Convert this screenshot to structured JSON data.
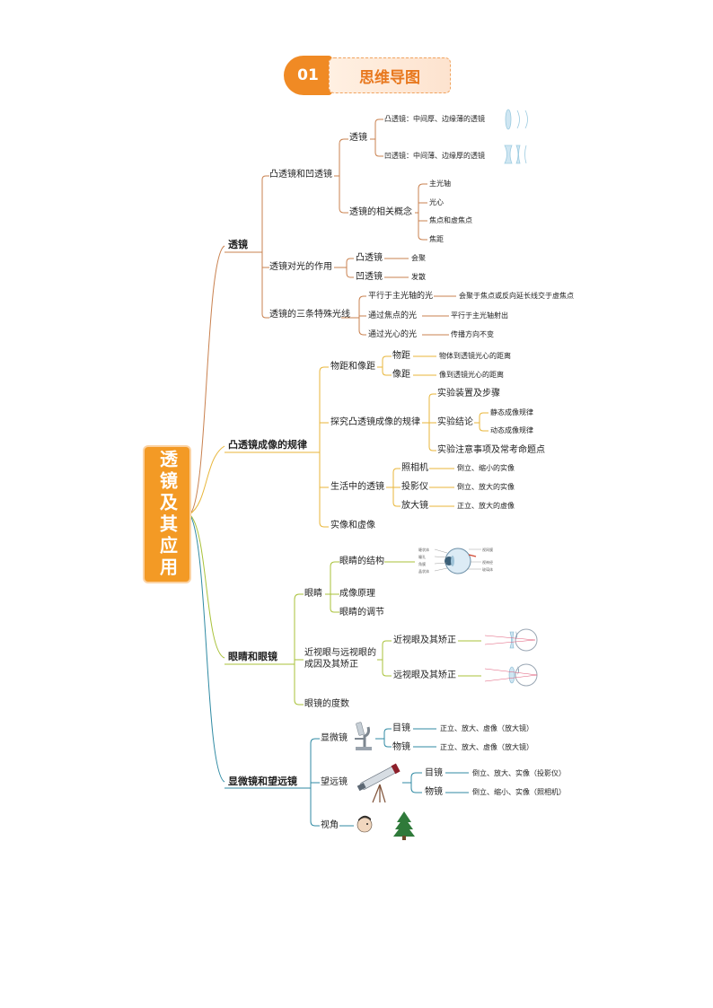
{
  "header": {
    "number": "01",
    "title": "思维导图"
  },
  "root": {
    "title": "透镜及其应用"
  },
  "lens": {
    "label": "透镜",
    "types": {
      "label": "凸透镜和凹透镜",
      "lens": {
        "label": "透镜",
        "convex": "凸透镜：中间厚、边缘薄的透镜",
        "concave": "凹透镜：中间薄、边缘厚的透镜"
      },
      "concepts": {
        "label": "透镜的相关概念",
        "items": [
          "主光轴",
          "光心",
          "焦点和虚焦点",
          "焦距"
        ]
      }
    },
    "effect": {
      "label": "透镜对光的作用",
      "convex": "凸透镜",
      "convex_effect": "会聚",
      "concave": "凹透镜",
      "concave_effect": "发散"
    },
    "rays": {
      "label": "透镜的三条特殊光线",
      "r1": "平行于主光轴的光",
      "r1_desc": "会聚于焦点或反向延长线交于虚焦点",
      "r2": "通过焦点的光",
      "r2_desc": "平行于主光轴射出",
      "r3": "通过光心的光",
      "r3_desc": "传播方向不变"
    }
  },
  "imaging": {
    "label": "凸透镜成像的规律",
    "distance": {
      "label": "物距和像距",
      "object": "物距",
      "object_desc": "物体到透镜光心的距离",
      "image": "像距",
      "image_desc": "像到透镜光心的距离"
    },
    "explore": {
      "label": "探究凸透镜成像的规律",
      "setup": "实验装置及步骤",
      "conclusion": "实验结论",
      "static": "静态成像规律",
      "dynamic": "动态成像规律",
      "notes": "实验注意事项及常考命题点"
    },
    "life": {
      "label": "生活中的透镜",
      "camera": "照相机",
      "camera_desc": "倒立、缩小的实像",
      "projector": "投影仪",
      "projector_desc": "倒立、放大的实像",
      "magnifier": "放大镜",
      "magnifier_desc": "正立、放大的虚像"
    },
    "real_virtual": "实像和虚像"
  },
  "eye": {
    "label": "眼睛和眼镜",
    "eyes": {
      "label": "眼睛",
      "structure": "眼睛的结构",
      "principle": "成像原理",
      "adjust": "眼睛的调节"
    },
    "vision": {
      "label_line1": "近视眼与远视眼的",
      "label_line2": "成因及其矫正",
      "myopia": "近视眼及其矫正",
      "hyperopia": "远视眼及其矫正"
    },
    "degree": "眼镜的度数"
  },
  "scope": {
    "label": "显微镜和望远镜",
    "microscope": {
      "label": "显微镜",
      "eyepiece": "目镜",
      "eyepiece_desc": "正立、放大、虚像（放大镜）",
      "objective": "物镜",
      "objective_desc": "正立、放大、虚像（放大镜）"
    },
    "telescope": {
      "label": "望远镜",
      "eyepiece": "目镜",
      "eyepiece_desc": "倒立、放大、实像（投影仪）",
      "objective": "物镜",
      "objective_desc": "倒立、缩小、实像（照相机）"
    },
    "angle": "视角"
  },
  "colors": {
    "accent": "#f39a25",
    "branch_lens": "#c9814f",
    "branch_imaging": "#e8b63a",
    "branch_eye": "#a9c23a",
    "branch_scope": "#2f8aa3"
  }
}
